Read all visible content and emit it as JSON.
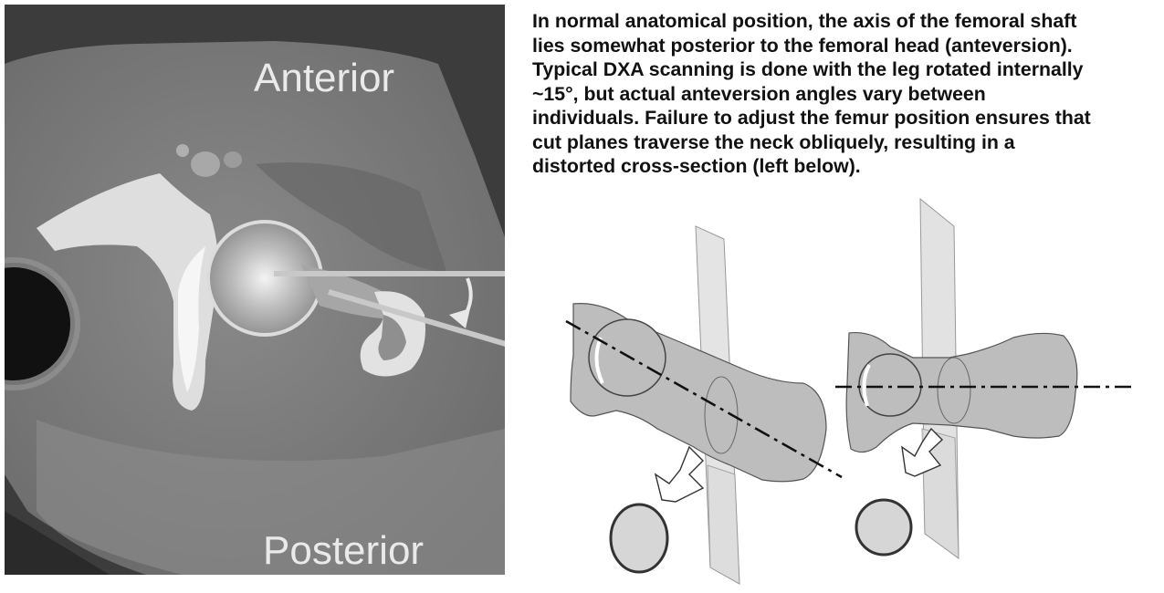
{
  "ct_image": {
    "anterior_label": "Anterior",
    "posterior_label": "Posterior"
  },
  "caption": {
    "lines": [
      "In normal anatomical position, the axis of the femoral shaft",
      "lies somewhat posterior to the femoral head (anteversion).",
      "Typical DXA scanning is done with the leg rotated internally",
      "~15°, but actual anteversion angles vary between",
      "individuals. Failure to adjust the femur position ensures that",
      "cut planes traverse the neck obliquely, resulting in a",
      "distorted cross-section (left below)."
    ]
  },
  "colors": {
    "bone_gray": "#bdbdbd",
    "plane_gray": "#dcdcdc",
    "ct_background": "#3a3a3a",
    "ct_soft_tissue": "#7c7c7c",
    "pointer_line": "#c8c8c8"
  }
}
